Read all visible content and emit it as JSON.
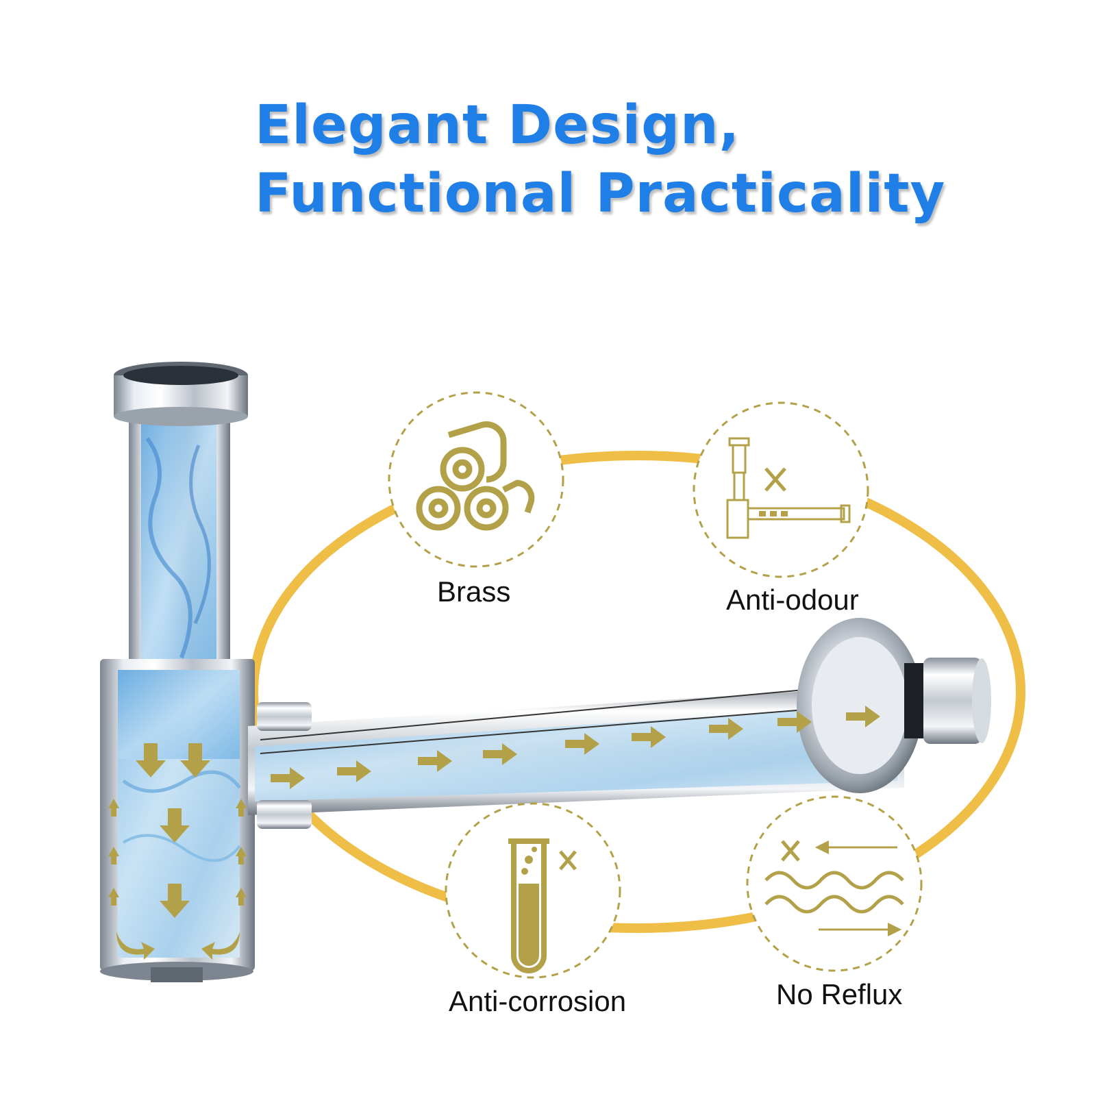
{
  "headline": {
    "line1": "Elegant Design,",
    "line2": "Functional Practicality"
  },
  "features": [
    {
      "label": "Brass",
      "icon": "brass-rolls-icon"
    },
    {
      "label": "Anti-odour",
      "icon": "trap-anti-odour-icon"
    },
    {
      "label": "Anti-corrosion",
      "icon": "test-tube-icon"
    },
    {
      "label": "No Reflux",
      "icon": "water-waves-icon"
    }
  ],
  "product": "bottle-trap-siphon",
  "colors": {
    "headline": "#1f7fe6",
    "ring": "#efbe47",
    "icon_gold": "#b3a14a",
    "water": "#bcdcef"
  }
}
